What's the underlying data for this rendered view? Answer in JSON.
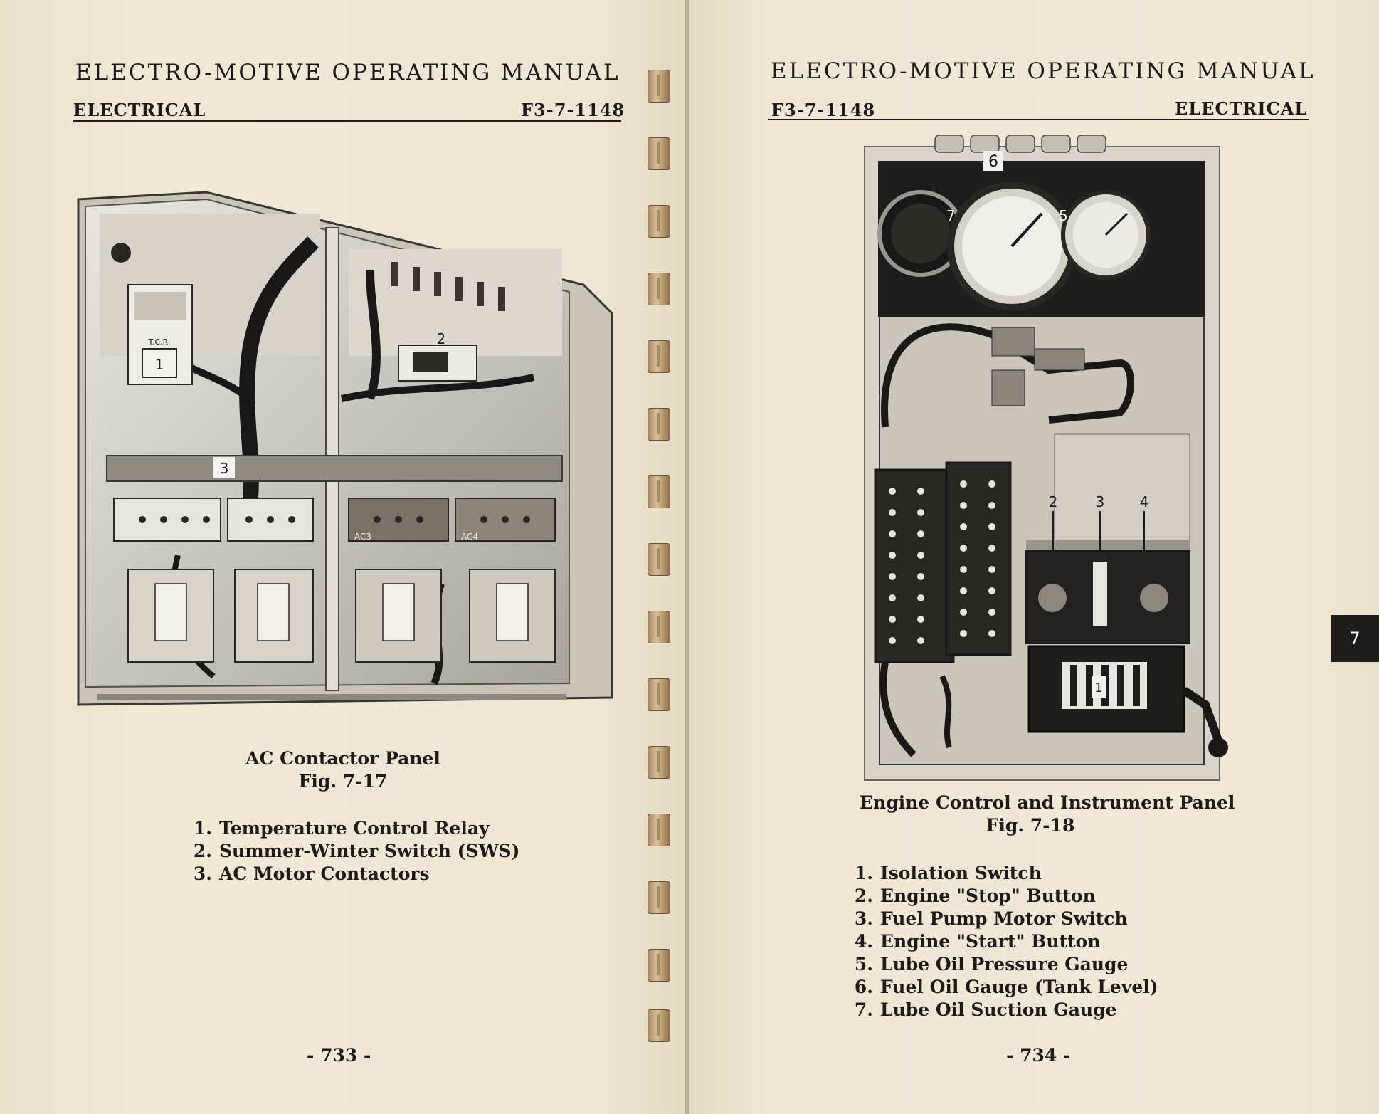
{
  "left_page": {
    "running_title": "ELECTRO-MOTIVE OPERATING MANUAL",
    "section": "ELECTRICAL",
    "doc_code": "F3-7-1148",
    "figure": {
      "title": "AC Contactor Panel",
      "number": "Fig. 7-17",
      "callouts": [
        "1",
        "2",
        "3"
      ],
      "contactor_labels": [
        "AC3",
        "AC4"
      ],
      "relay_label": "T.C.R."
    },
    "legend": [
      {
        "num": "1.",
        "text": "Temperature Control Relay"
      },
      {
        "num": "2.",
        "text": "Summer-Winter Switch (SWS)"
      },
      {
        "num": "3.",
        "text": "AC Motor Contactors"
      }
    ],
    "page_number": "- 733 -"
  },
  "right_page": {
    "running_title": "ELECTRO-MOTIVE OPERATING MANUAL",
    "section": "ELECTRICAL",
    "doc_code": "F3-7-1148",
    "figure": {
      "title": "Engine Control and Instrument Panel",
      "number": "Fig. 7-18",
      "callouts": [
        "7",
        "6",
        "5",
        "2",
        "3",
        "4",
        "1"
      ]
    },
    "legend": [
      {
        "num": "1.",
        "text": "Isolation Switch"
      },
      {
        "num": "2.",
        "text": "Engine \"Stop\" Button"
      },
      {
        "num": "3.",
        "text": "Fuel Pump Motor Switch"
      },
      {
        "num": "4.",
        "text": "Engine \"Start\" Button"
      },
      {
        "num": "5.",
        "text": "Lube Oil Pressure Gauge"
      },
      {
        "num": "6.",
        "text": "Fuel Oil Gauge (Tank Level)"
      },
      {
        "num": "7.",
        "text": "Lube Oil Suction Gauge"
      }
    ],
    "page_number": "- 734 -"
  },
  "chapter_tab": "7",
  "colors": {
    "paper": "#efe7d4",
    "ink": "#1d1a17",
    "panel": "#d9d5cc"
  }
}
